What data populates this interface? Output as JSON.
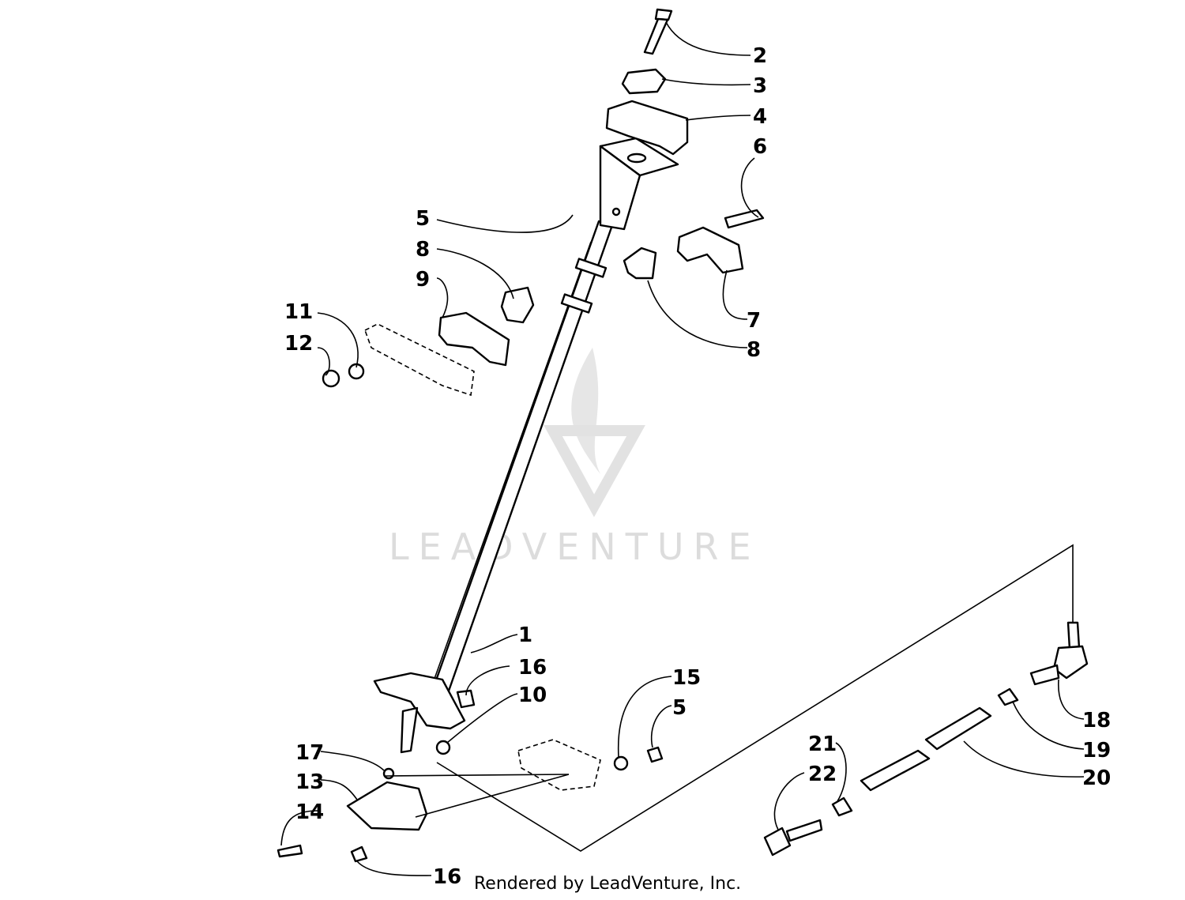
{
  "diagram": {
    "callouts": [
      "1",
      "2",
      "3",
      "4",
      "5",
      "5",
      "6",
      "7",
      "8",
      "8",
      "9",
      "10",
      "11",
      "12",
      "13",
      "14",
      "15",
      "16",
      "16",
      "17",
      "18",
      "19",
      "20",
      "21",
      "22"
    ]
  },
  "watermark": {
    "text": "LEADVENTURE"
  },
  "footer": {
    "credit": "Rendered by LeadVenture, Inc."
  }
}
